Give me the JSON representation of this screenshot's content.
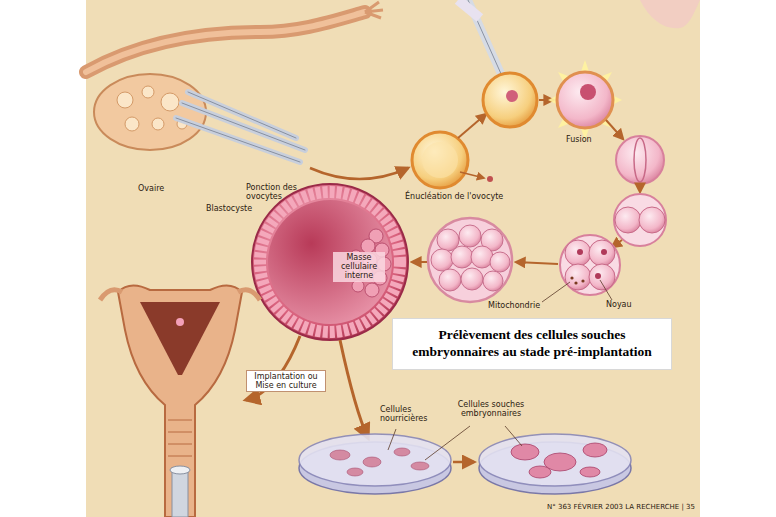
{
  "diagram": {
    "nodes": [
      {
        "text": [
          "Prélèvement des cellules souches embryonnaires au stade pré-implantation"
        ]
      }
    ],
    "labels": [
      "Ovaire",
      "Ponction des ovocytes",
      "Énucléation de l'ovocyte",
      "Fusion",
      "Mitochondrie",
      "Noyau",
      "Blastocyste",
      "Masse cellulaire interne",
      "Implantation ou Mise en culture",
      "Cellules nourricières",
      "Cellules souches embryonnaires",
      "N° 363 FÉVRIER 2003 LA RECHERCHE | 35"
    ]
  }
}
